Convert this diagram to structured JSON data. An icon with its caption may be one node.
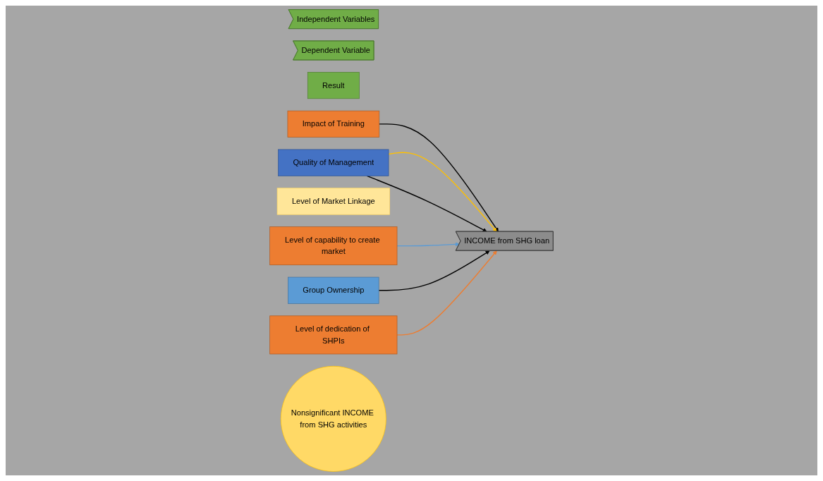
{
  "diagram": {
    "nodes": [
      {
        "text": [
          "Independent Variables"
        ]
      },
      {
        "text": [
          "Dependent Variable"
        ]
      },
      {
        "text": [
          "Result"
        ]
      },
      {
        "text": [
          "Impact of Training"
        ]
      },
      {
        "text": [
          "Quality of Management"
        ]
      },
      {
        "text": [
          "Level of Market Linkage"
        ]
      },
      {
        "text": [
          "Level of capability to create market"
        ]
      },
      {
        "text": [
          "Group Ownership"
        ]
      },
      {
        "text": [
          "Level of dedication of SHPIs"
        ]
      },
      {
        "text": [
          "INCOME from SHG loan"
        ]
      },
      {
        "text": [
          "Nonsignificant INCOME from SHG activities"
        ]
      }
    ],
    "edges": [
      {
        "from": 3,
        "to": 9,
        "arrow": "to"
      },
      {
        "from": 4,
        "to": 9,
        "arrow": "to",
        "color": "#ffc000"
      },
      {
        "from": 4,
        "to": 9,
        "arrow": "to"
      },
      {
        "from": 6,
        "to": 9,
        "arrow": "to",
        "color": "#5b9bd5"
      },
      {
        "from": 7,
        "to": 9,
        "arrow": "to"
      },
      {
        "from": 8,
        "to": 9,
        "arrow": "to",
        "color": "#ed7d31"
      }
    ]
  }
}
